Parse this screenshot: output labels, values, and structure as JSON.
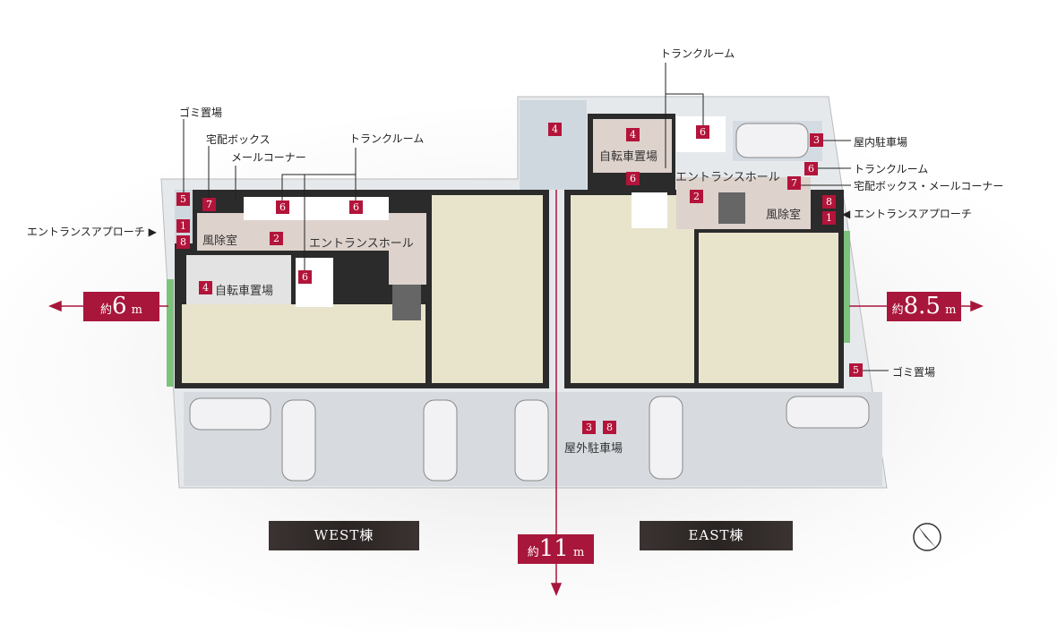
{
  "west": {
    "label": "WEST棟",
    "callouts": {
      "garbage": "ゴミ置場",
      "delivery_box": "宅配ボックス",
      "mail_corner": "メールコーナー",
      "trunk_room": "トランクルーム",
      "approach": "エントランスアプローチ"
    },
    "rooms": {
      "windbreak": "風除室",
      "hall": "エントランスホール",
      "bicycle": "自転車置場"
    },
    "badges": {
      "garbage": "5",
      "delivery": "7",
      "approach": "1",
      "outdoor": "8",
      "hall": "2",
      "trunk": "6",
      "bicycle": "4"
    }
  },
  "east": {
    "label": "EAST棟",
    "callouts": {
      "trunk_room_top": "トランクルーム",
      "indoor_parking": "屋内駐車場",
      "trunk_room": "トランクルーム",
      "delivery_mail": "宅配ボックス・メールコーナー",
      "approach": "エントランスアプローチ",
      "garbage": "ゴミ置場"
    },
    "rooms": {
      "bicycle": "自転車置場",
      "hall": "エントランスホール",
      "windbreak": "風除室",
      "outdoor_parking": "屋外駐車場"
    },
    "badges": {
      "bicycle": "4",
      "trunk": "6",
      "hall": "2",
      "delivery": "7",
      "approach": "1",
      "outdoor": "8",
      "parking": "3",
      "garbage": "5"
    }
  },
  "dimensions": {
    "west": {
      "prefix": "約",
      "value": "6",
      "unit": "m"
    },
    "east": {
      "prefix": "約",
      "value": "8.5",
      "unit": "m"
    },
    "front": {
      "prefix": "約",
      "value": "11",
      "unit": "m"
    }
  },
  "colors": {
    "badge": "#b3143a",
    "dimension": "#a8163b",
    "unit_floor": "#e8e4cc",
    "common_floor": "#ddd2cc",
    "ground": "#d9dde2"
  }
}
